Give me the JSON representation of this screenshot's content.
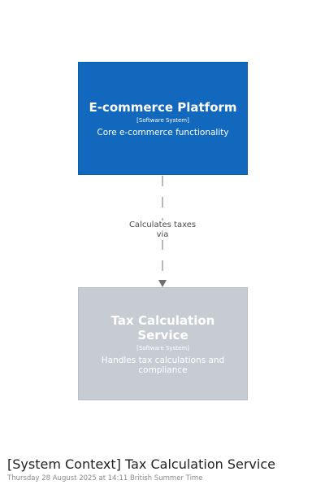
{
  "diagram": {
    "nodes": {
      "ecommerce": {
        "title": "E-commerce Platform",
        "type": "[Software System]",
        "description": "Core e-commerce functionality",
        "color": "#1168bd"
      },
      "tax": {
        "title": "Tax Calculation Service",
        "type": "[Software System]",
        "description": "Handles tax calculations and compliance",
        "color": "#c7cbd2"
      }
    },
    "edges": [
      {
        "from": "E-commerce Platform",
        "to": "Tax Calculation Service",
        "label": "Calculates taxes\nvia",
        "style": "dashed"
      }
    ]
  },
  "footer": {
    "title": "[System Context] Tax Calculation Service",
    "timestamp": "Thursday 28 August 2025 at 14:11 British Summer Time"
  }
}
